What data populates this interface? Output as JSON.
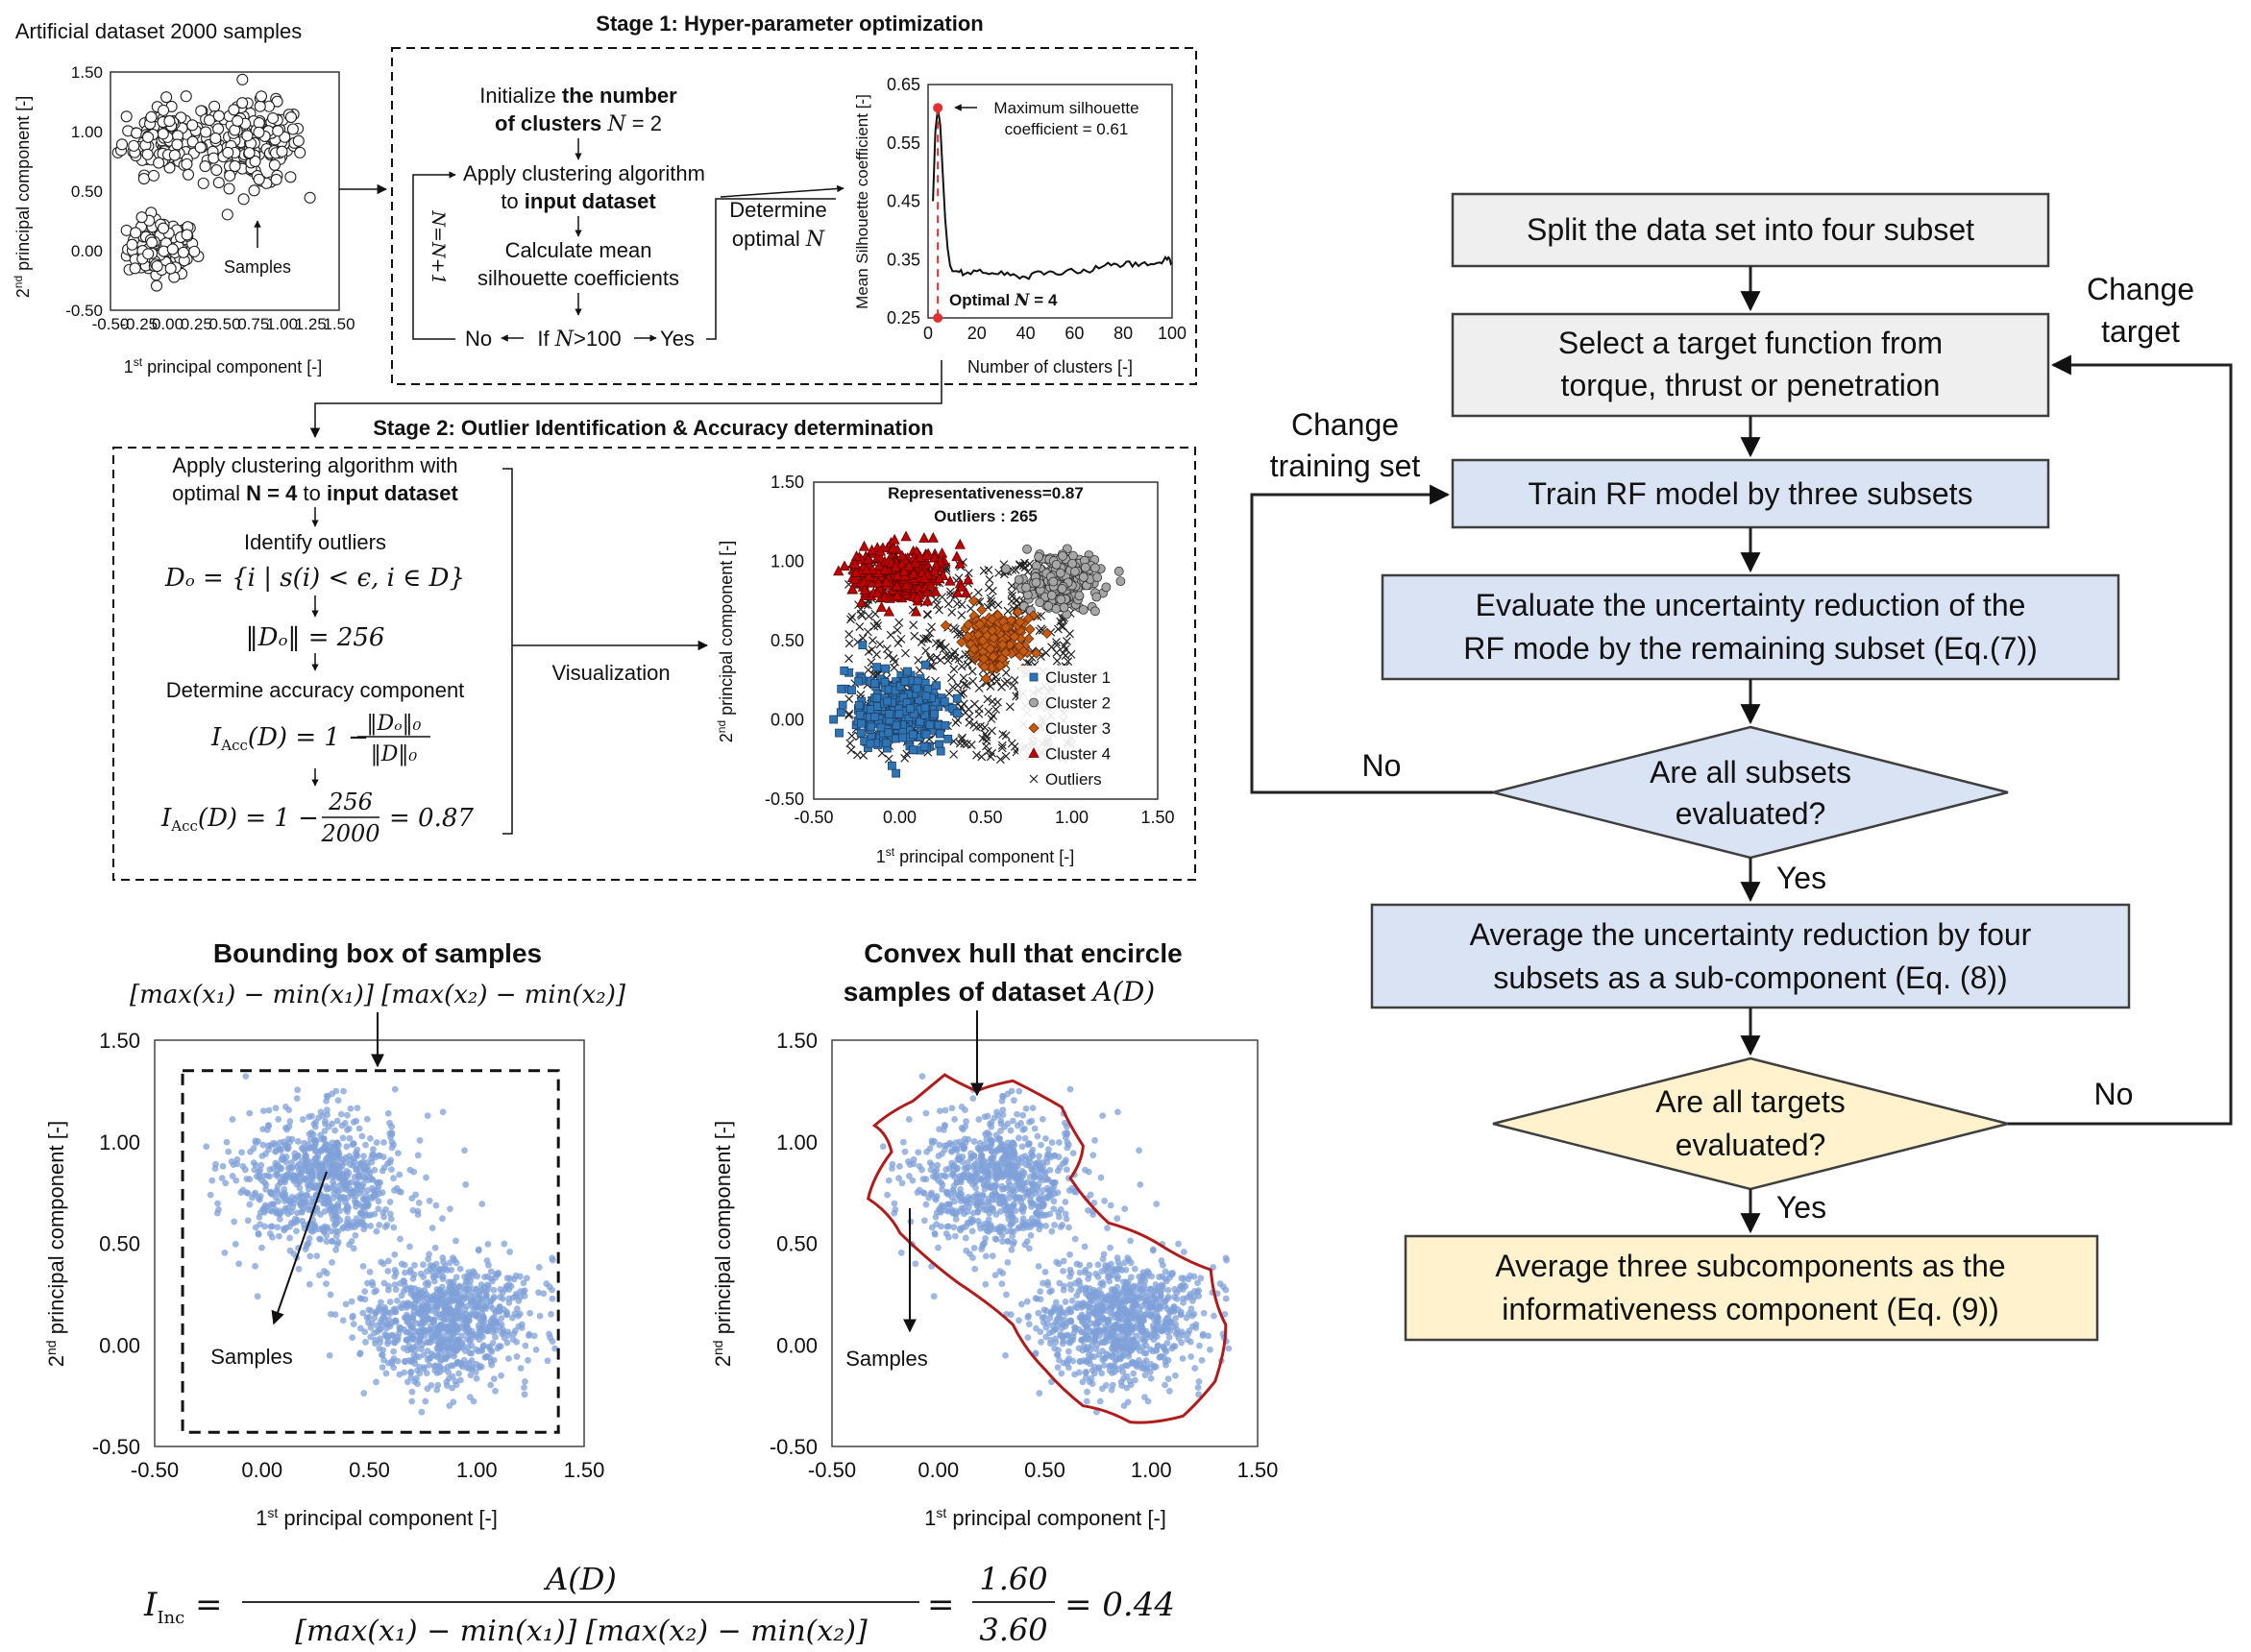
{
  "stage1": {
    "title": "Stage 1: Hyper-parameter optimization",
    "init_prefix": "Initialize ",
    "init_bold": "the number",
    "clusters_bold": "of clusters",
    "N_eq2": "= 2",
    "apply_line1": "Apply  clustering algorithm",
    "apply_to": "to ",
    "apply_bold": "input dataset",
    "calc_line1": "Calculate mean",
    "calc_line2": "silhouette coefficients",
    "no": "No",
    "if_text": "If ",
    "if_cond": ">100",
    "yes": "Yes",
    "loop_label": "N=N+1",
    "determine_line1": "Determine",
    "determine_line2": "optimal ",
    "N": "N"
  },
  "dataset_plot": {
    "title": "Artificial dataset 2000 samples",
    "annotation": "Samples",
    "xlabel_suffix": " principal component [-]",
    "ylabel_suffix": " principal component [-]",
    "xticks": [
      "-0.50",
      "0.00",
      "0.50",
      "1.00",
      "1.50"
    ],
    "xticks_minor": [
      "-0.25",
      "0.25",
      "0.75",
      "1.25"
    ],
    "yticks": [
      "1.50",
      "1.00",
      "0.50",
      "0.00",
      "-0.50"
    ]
  },
  "silhouette_plot": {
    "ylabel": "Mean Silhouette coefficient [-]",
    "xlabel": "Number  of clusters [-]",
    "yticks": [
      "0.65",
      "0.55",
      "0.45",
      "0.35",
      "0.25"
    ],
    "xticks": [
      "0",
      "20",
      "40",
      "60",
      "80",
      "100"
    ],
    "max_label_line1": "Maximum  silhouette",
    "max_label_line2": "coefficient = 0.61",
    "optimal_label": "Optimal  ",
    "optimal_value": "= 4"
  },
  "stage2": {
    "title": "Stage 2: Outlier Identification & Accuracy  determination",
    "apply_line1": "Apply  clustering algorithm with",
    "apply_line2a": "optimal ",
    "apply_line2b": "N = 4",
    "apply_line2c": " to ",
    "apply_line2d": "input dataset",
    "identify": "Identify outliers",
    "formula_do": "Dₒ = {i | s(i) < ϵ, i ∈ D}",
    "formula_norm": "‖Dₒ‖ = 256",
    "determine_acc": "Determine accuracy component",
    "formula_iacc_lhs": "I",
    "formula_iacc_sub": "Acc",
    "formula_iacc_rhs": "(D) = 1 −",
    "formula_frac_num": "‖Dₒ‖₀",
    "formula_frac_den": "‖D‖₀",
    "formula2_num": "256",
    "formula2_den": "2000",
    "formula2_result": "= 0.87",
    "visualization": "Visualization"
  },
  "cluster_plot": {
    "title_line1": "Representativeness=0.87",
    "title_line2": "Outliers  : 265",
    "legend": [
      "Cluster 1",
      "Cluster 2",
      "Cluster 3",
      "Cluster 4",
      "Outliers"
    ],
    "xticks": [
      "-0.50",
      "0.00",
      "0.50",
      "1.00",
      "1.50"
    ],
    "yticks": [
      "1.50",
      "1.00",
      "0.50",
      "0.00",
      "-0.50"
    ]
  },
  "bbox_plot": {
    "title": "Bounding box  of samples",
    "formula": "[max(x₁) − min(x₁)] [max(x₂) − min(x₂)]",
    "annotation": "Samples",
    "xticks": [
      "-0.50",
      "0.00",
      "0.50",
      "1.00",
      "1.50"
    ],
    "yticks": [
      "1.50",
      "1.00",
      "0.50",
      "0.00",
      "-0.50"
    ]
  },
  "hull_plot": {
    "title_line1": "Convex hull that encircle",
    "title_line2": "samples of dataset ",
    "title_math": "A(D)",
    "annotation": "Samples",
    "xticks": [
      "-0.50",
      "0.00",
      "0.50",
      "1.00",
      "1.50"
    ],
    "yticks": [
      "1.50",
      "1.00",
      "0.50",
      "0.00",
      "-0.50"
    ]
  },
  "axis_common": {
    "first": "1",
    "second": "2",
    "st": "st",
    "nd": "nd",
    "label": " principal component  [-]",
    "label_short": " principal component [-]"
  },
  "bottom_formula": {
    "lhs": "I",
    "lhs_sub": "Inc",
    "num": "A(D)",
    "den": "[max(x₁) − min(x₁)] [max(x₂) − min(x₂)]",
    "frac2_num": "1.60",
    "frac2_den": "3.60",
    "result": "= 0.44"
  },
  "flowchart": {
    "box1": "Split the data set into four subset",
    "box2_line1": "Select a target function from",
    "box2_line2": "torque, thrust or penetration",
    "box3": "Train RF model by three subsets",
    "box4_line1": "Evaluate the uncertainty reduction of the",
    "box4_line2": "RF mode by the remaining subset (Eq.(7))",
    "diamond1_line1": "Are all subsets",
    "diamond1_line2": "evaluated?",
    "box5_line1": "Average the uncertainty reduction by four",
    "box5_line2": "subsets as a sub-component (Eq. (8))",
    "diamond2_line1": "Are all targets",
    "diamond2_line2": "evaluated?",
    "box6_line1": "Average three subcomponents as the",
    "box6_line2": "informativeness component (Eq. (9))",
    "change_target_1": "Change",
    "change_target_2": "target",
    "change_training_1": "Change",
    "change_training_2": "training set",
    "no1": "No",
    "yes1": "Yes",
    "no2": "No",
    "yes2": "Yes",
    "colors": {
      "gray_box": "#efefef",
      "blue_box": "#dae3f3",
      "yellow_box": "#fff2cc",
      "border": "#3f3f3f"
    }
  },
  "chart_data": [
    {
      "type": "scatter",
      "name": "artificial_dataset",
      "title": "Artificial dataset 2000 samples",
      "xlabel": "1st principal component [-]",
      "ylabel": "2nd principal component [-]",
      "xlim": [
        -0.5,
        1.5
      ],
      "ylim": [
        -0.5,
        1.5
      ],
      "clusters": [
        {
          "center": [
            -0.05,
            0.02
          ],
          "spread": [
            0.15,
            0.12
          ],
          "count": 120
        },
        {
          "center": [
            0.0,
            0.95
          ],
          "spread": [
            0.2,
            0.15
          ],
          "count": 140
        },
        {
          "center": [
            0.75,
            0.88
          ],
          "spread": [
            0.22,
            0.17
          ],
          "count": 180
        }
      ],
      "marker": "open-circle"
    },
    {
      "type": "line",
      "name": "silhouette",
      "xlabel": "Number  of clusters [-]",
      "ylabel": "Mean Silhouette coefficient [-]",
      "xlim": [
        0,
        100
      ],
      "ylim": [
        0.25,
        0.65
      ],
      "x": [
        2,
        3,
        4,
        5,
        6,
        7,
        8,
        9,
        10,
        12,
        15,
        20,
        25,
        30,
        35,
        40,
        45,
        50,
        55,
        60,
        65,
        70,
        75,
        80,
        85,
        90,
        95,
        98,
        100
      ],
      "y": [
        0.45,
        0.57,
        0.61,
        0.58,
        0.5,
        0.42,
        0.37,
        0.34,
        0.33,
        0.33,
        0.325,
        0.33,
        0.325,
        0.33,
        0.325,
        0.32,
        0.33,
        0.33,
        0.325,
        0.33,
        0.33,
        0.335,
        0.34,
        0.34,
        0.345,
        0.34,
        0.345,
        0.35,
        0.345
      ],
      "optimal_N": 4,
      "max_silhouette": 0.61
    },
    {
      "type": "scatter",
      "name": "clustering_result",
      "title": "Representativeness=0.87",
      "xlim": [
        -0.5,
        1.5
      ],
      "ylim": [
        -0.5,
        1.5
      ],
      "series": [
        {
          "name": "Cluster 1",
          "center": [
            0.0,
            0.05
          ],
          "spread": [
            0.14,
            0.12
          ],
          "count": 330,
          "color": "#2e75b6",
          "marker": "square"
        },
        {
          "name": "Cluster 2",
          "center": [
            0.95,
            0.88
          ],
          "spread": [
            0.1,
            0.08
          ],
          "count": 300,
          "color": "#a6a6a6",
          "marker": "circle"
        },
        {
          "name": "Cluster 3",
          "center": [
            0.55,
            0.5
          ],
          "spread": [
            0.09,
            0.08
          ],
          "count": 250,
          "color": "#c55a11",
          "marker": "diamond"
        },
        {
          "name": "Cluster 4",
          "center": [
            0.0,
            0.92
          ],
          "spread": [
            0.14,
            0.09
          ],
          "count": 320,
          "color": "#c00000",
          "marker": "triangle"
        },
        {
          "name": "Outliers",
          "count": 265,
          "marker": "x"
        }
      ]
    },
    {
      "type": "scatter",
      "name": "bounding_box",
      "xlim": [
        -0.5,
        1.5
      ],
      "ylim": [
        -0.5,
        1.5
      ],
      "clusters": [
        {
          "center": [
            0.28,
            0.8
          ],
          "spread": [
            0.2,
            0.17
          ],
          "count": 800
        },
        {
          "center": [
            0.85,
            0.12
          ],
          "spread": [
            0.2,
            0.15
          ],
          "count": 900
        }
      ],
      "bbox_x": [
        -0.37,
        1.38
      ],
      "bbox_y": [
        -0.43,
        1.35
      ]
    },
    {
      "type": "scatter",
      "name": "convex_hull",
      "xlim": [
        -0.5,
        1.5
      ],
      "ylim": [
        -0.5,
        1.5
      ],
      "clusters": [
        {
          "center": [
            0.28,
            0.8
          ],
          "spread": [
            0.2,
            0.17
          ],
          "count": 800
        },
        {
          "center": [
            0.85,
            0.12
          ],
          "spread": [
            0.2,
            0.15
          ],
          "count": 900
        }
      ]
    }
  ]
}
